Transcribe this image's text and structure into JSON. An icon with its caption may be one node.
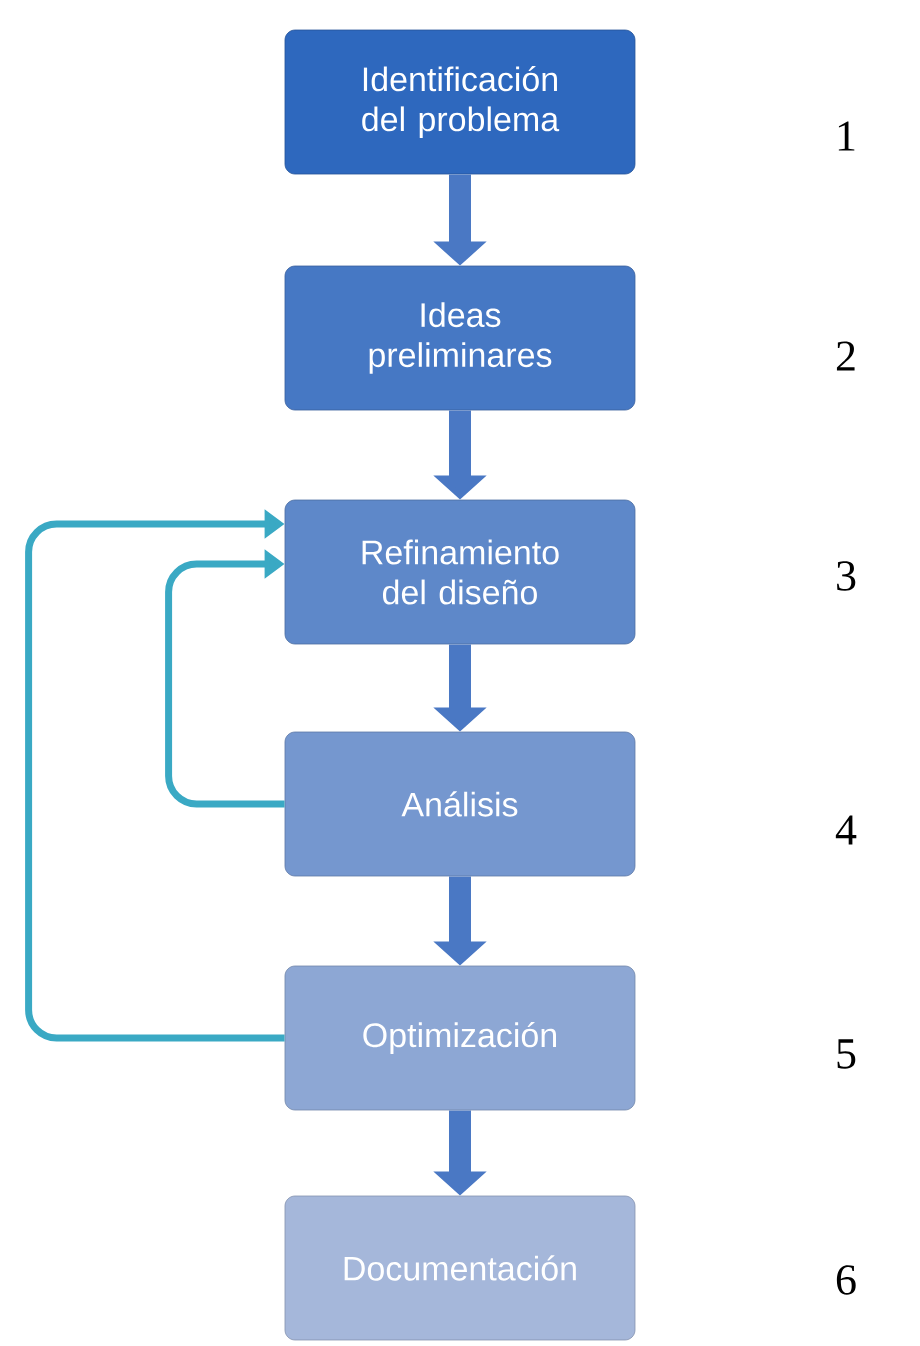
{
  "diagram": {
    "nodes": [
      {
        "text": [
          "Identificación del problema"
        ]
      },
      {
        "text": [
          "Ideas preliminares"
        ]
      },
      {
        "text": [
          "Refinamiento del diseño"
        ]
      },
      {
        "text": [
          "Análisis"
        ]
      },
      {
        "text": [
          "Optimización"
        ]
      },
      {
        "text": [
          "Documentación"
        ]
      }
    ],
    "edges": [
      {
        "from": 0,
        "to": 1,
        "arrow": "to"
      },
      {
        "from": 1,
        "to": 2,
        "arrow": "to"
      },
      {
        "from": 2,
        "to": 3,
        "arrow": "to"
      },
      {
        "from": 3,
        "to": 4,
        "arrow": "to"
      },
      {
        "from": 4,
        "to": 5,
        "arrow": "to"
      },
      {
        "from": 3,
        "to": 2,
        "arrow": "to",
        "color": "#3aa9c4"
      },
      {
        "from": 4,
        "to": 2,
        "arrow": "to",
        "color": "#3aa9c4"
      }
    ],
    "labels": [
      "1",
      "2",
      "3",
      "4",
      "5",
      "6"
    ]
  }
}
